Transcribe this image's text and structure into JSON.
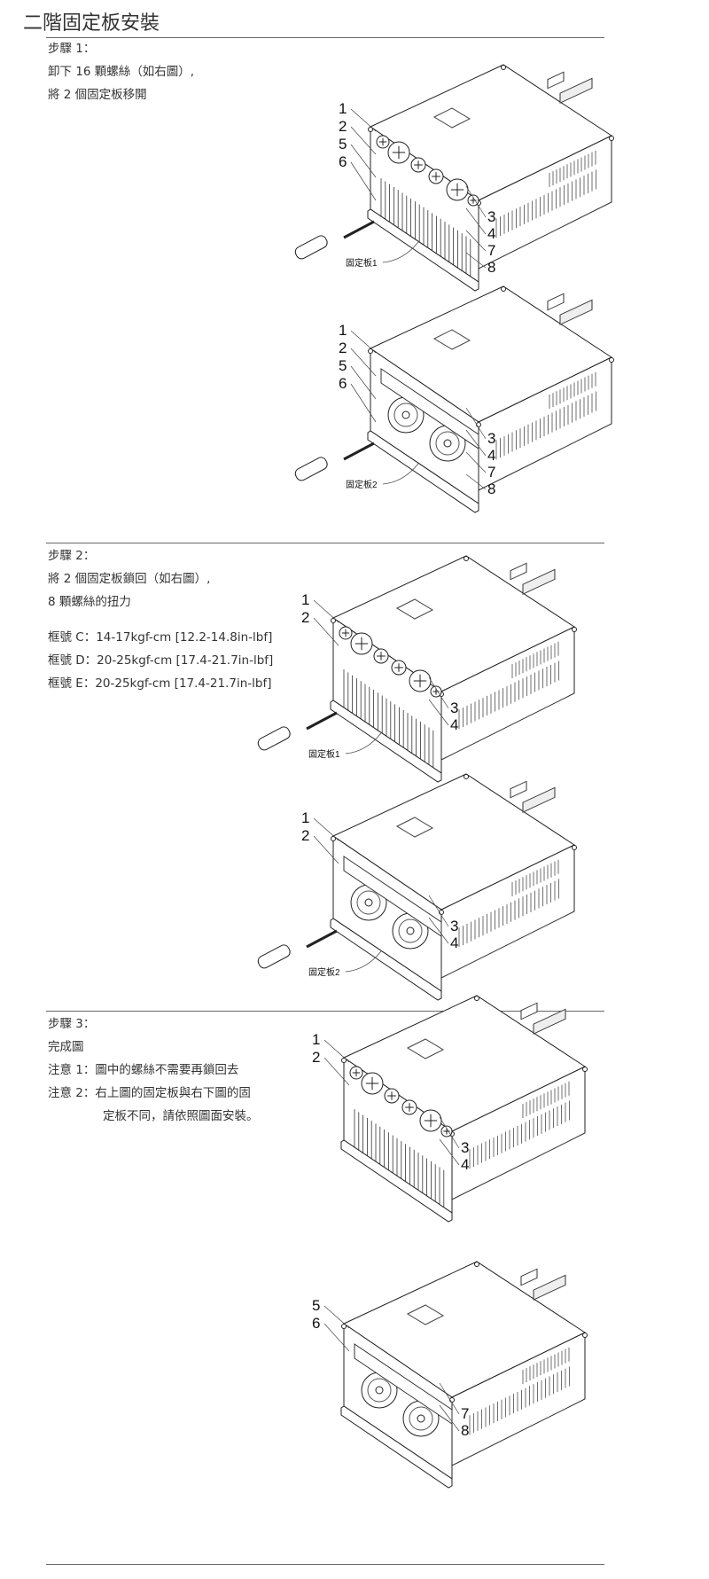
{
  "title": "二階固定板安裝",
  "step1": {
    "heading": "步驟 1：",
    "lines": [
      "卸下 16 顆螺絲（如右圖）,",
      "將 2 個固定板移開"
    ]
  },
  "step2": {
    "heading": "步驟 2：",
    "lines": [
      "將 2 個固定板鎖回（如右圖）,",
      "8 顆螺絲的扭力"
    ],
    "torque": [
      "框號 C：14-17kgf-cm [12.2-14.8in-lbf]",
      "框號 D：20-25kgf-cm [17.4-21.7in-lbf]",
      "框號 E：20-25kgf-cm [17.4-21.7in-lbf]"
    ]
  },
  "step3": {
    "heading": "步驟 3：",
    "lines": [
      "完成圖",
      "注意 1：圖中的螺絲不需要再鎖回去",
      "注意  2：右上圖的固定板與右下圖的固",
      "定板不同，請依照圖面安裝。"
    ]
  },
  "figures": [
    {
      "variant": "terminals",
      "screwdriver": true,
      "left_labels": [
        "1",
        "2",
        "5",
        "6"
      ],
      "right_labels": [
        "3",
        "4",
        "7",
        "8"
      ],
      "plate": "固定板1"
    },
    {
      "variant": "fans",
      "screwdriver": true,
      "left_labels": [
        "1",
        "2",
        "5",
        "6"
      ],
      "right_labels": [
        "3",
        "4",
        "7",
        "8"
      ],
      "plate": "固定板2"
    },
    {
      "variant": "terminals",
      "screwdriver": true,
      "left_labels": [
        "1",
        "2"
      ],
      "right_labels": [
        "3",
        "4"
      ],
      "plate": "固定板1"
    },
    {
      "variant": "fans",
      "screwdriver": true,
      "left_labels": [
        "1",
        "2"
      ],
      "right_labels": [
        "3",
        "4"
      ],
      "plate": "固定板2"
    },
    {
      "variant": "terminals",
      "screwdriver": false,
      "left_labels": [
        "1",
        "2"
      ],
      "right_labels": [
        "3",
        "4"
      ],
      "plate": null
    },
    {
      "variant": "fans",
      "screwdriver": false,
      "left_labels": [
        "5",
        "6"
      ],
      "right_labels": [
        "7",
        "8"
      ],
      "plate": null
    }
  ]
}
